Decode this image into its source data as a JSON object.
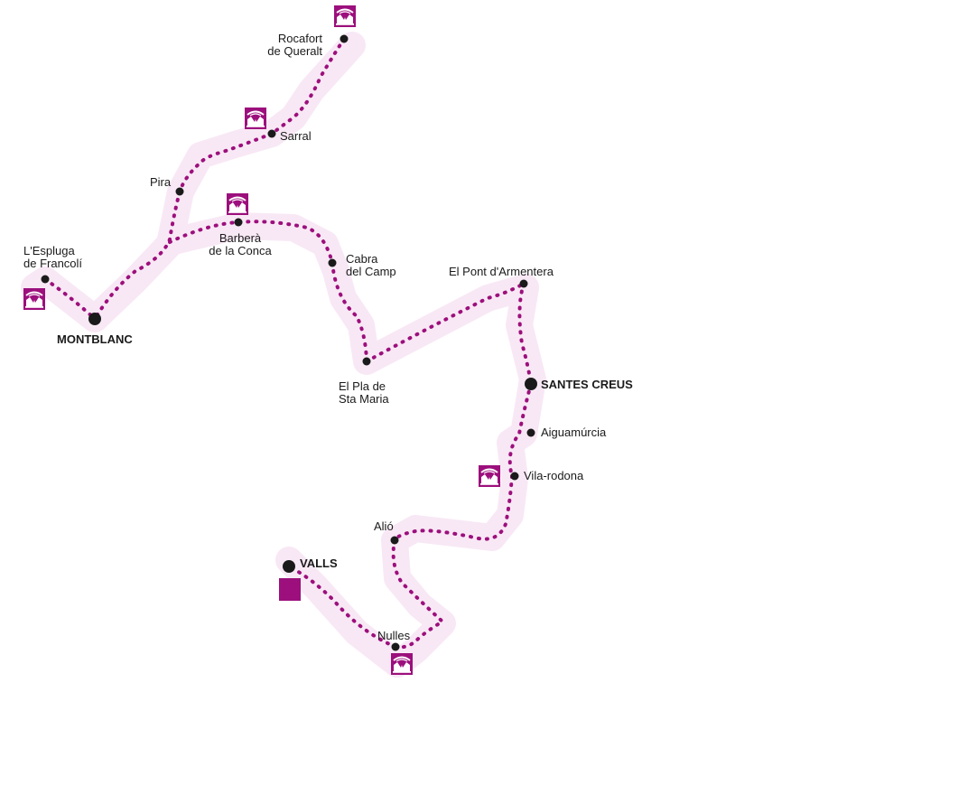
{
  "colors": {
    "route_dots": "#9c0f7c",
    "route_halo": "#f8e8f5",
    "town_dot": "#1a1a1a",
    "icon_bg": "#9c0f7c",
    "icon_fg": "#ffffff"
  },
  "towns": {
    "rocafort": {
      "line1": "Rocafort",
      "line2": "de Queralt"
    },
    "sarral": {
      "line1": "Sarral"
    },
    "pira": {
      "line1": "Pira"
    },
    "barbera": {
      "line1": "Barberà",
      "line2": "de la Conca"
    },
    "espluga": {
      "line1": "L'Espluga",
      "line2": "de Francolí"
    },
    "montblanc": {
      "line1": "MONTBLANC"
    },
    "cabra": {
      "line1": "Cabra",
      "line2": "del Camp"
    },
    "pont": {
      "line1": "El Pont d'Armentera"
    },
    "pla": {
      "line1": "El Pla de",
      "line2": "Sta Maria"
    },
    "santes": {
      "line1": "SANTES CREUS"
    },
    "aiguamurcia": {
      "line1": "Aiguamúrcia"
    },
    "vilarodona": {
      "line1": "Vila-rodona"
    },
    "alio": {
      "line1": "Alió"
    },
    "valls": {
      "line1": "VALLS"
    },
    "nulles": {
      "line1": "Nulles"
    }
  },
  "icons": {
    "cellar_icon": "wine-cellar-icon",
    "start_marker": "square-marker-icon"
  }
}
